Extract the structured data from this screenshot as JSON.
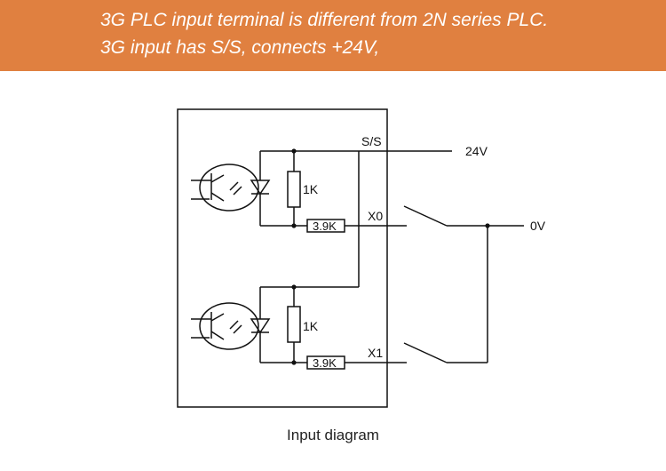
{
  "banner": {
    "line1": "3G PLC input terminal is different from 2N series PLC.",
    "line2": "3G input has S/S, connects +24V,",
    "background": "#e08040"
  },
  "diagram": {
    "labels": {
      "common": "S/S",
      "supply": "24V",
      "input0": "X0",
      "input1": "X1",
      "ground": "0V",
      "res_top_1": "1K",
      "res_series_1": "3.9K",
      "res_top_2": "1K",
      "res_series_2": "3.9K"
    }
  },
  "caption": "Input diagram"
}
